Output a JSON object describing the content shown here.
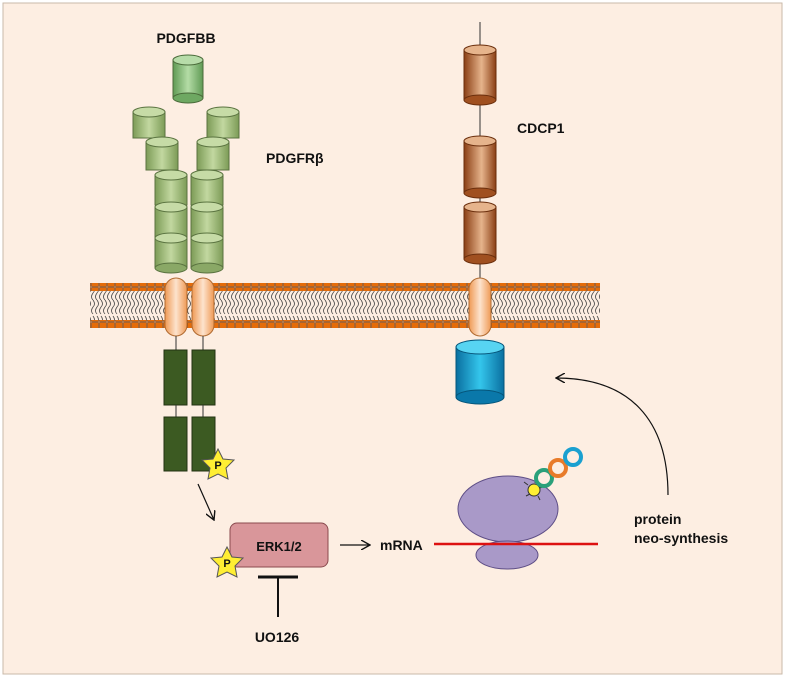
{
  "labels": {
    "ligand": "PDGFBB",
    "receptor": "PDGFRβ",
    "cdcp1": "CDCP1",
    "erk": "ERK1/2",
    "mrna": "mRNA",
    "inhibitor": "UO126",
    "synthesis_line1": "protein",
    "synthesis_line2": "neo-synthesis",
    "phospho_receptor": "P",
    "phospho_erk": "P"
  },
  "colors": {
    "background": "#fdeee2",
    "membrane_head": "#e46c0a",
    "receptor_extracellular": "#a6c27e",
    "receptor_intracellular": "#3c5a22",
    "ligand": "#8fbf80",
    "cdcp1_domain": "#b96a38",
    "cdcp1_intracellular": "#1aa0d0",
    "erk": "#d9969a",
    "ribosome": "#a999c8",
    "mrna_strand": "#dd1111",
    "phospho_star": "#ffee33"
  }
}
